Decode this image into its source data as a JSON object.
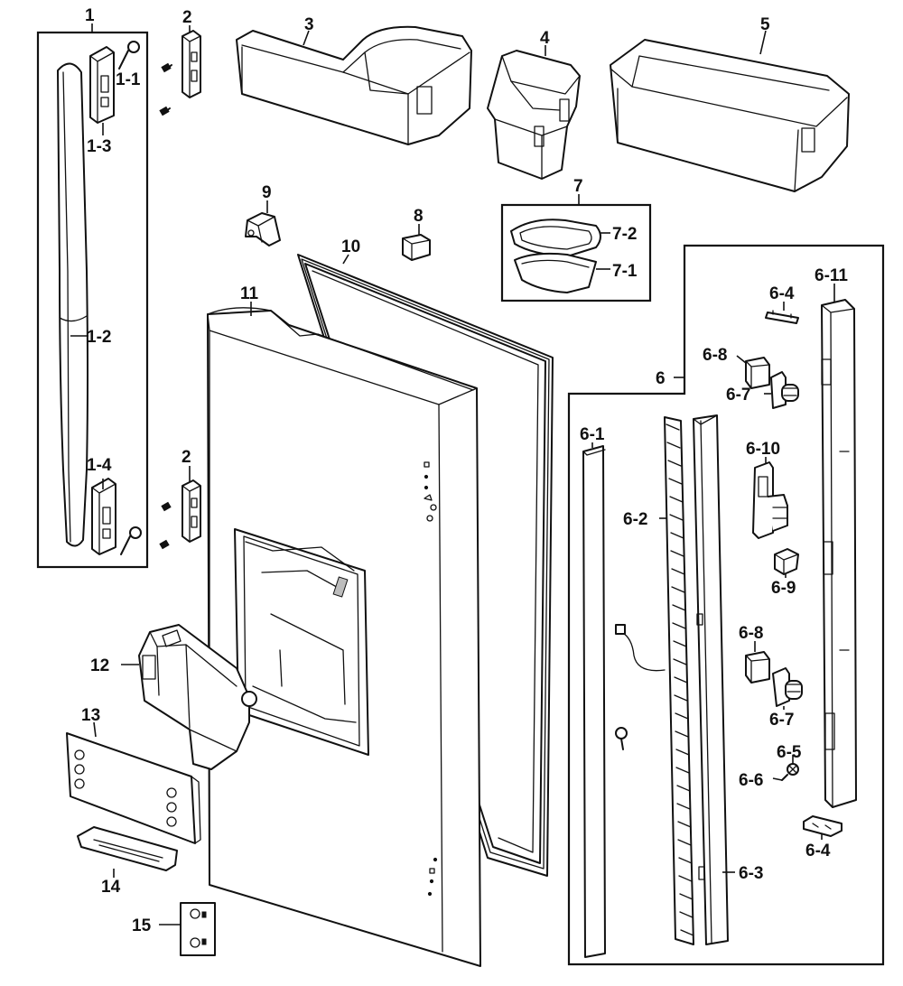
{
  "labels": {
    "p1": "1",
    "p1_1": "1-1",
    "p1_2": "1-2",
    "p1_3": "1-3",
    "p1_4": "1-4",
    "p2_top": "2",
    "p2_bottom": "2",
    "p3": "3",
    "p4": "4",
    "p5": "5",
    "p6": "6",
    "p6_1": "6-1",
    "p6_2": "6-2",
    "p6_3": "6-3",
    "p6_4_top": "6-4",
    "p6_4_bottom": "6-4",
    "p6_5": "6-5",
    "p6_6": "6-6",
    "p6_7_top": "6-7",
    "p6_7_bottom": "6-7",
    "p6_8_top": "6-8",
    "p6_8_bottom": "6-8",
    "p6_9": "6-9",
    "p6_10": "6-10",
    "p6_11": "6-11",
    "p7": "7",
    "p7_1": "7-1",
    "p7_2": "7-2",
    "p8": "8",
    "p9": "9",
    "p10": "10",
    "p11": "11",
    "p12": "12",
    "p13": "13",
    "p14": "14",
    "p15": "15"
  }
}
